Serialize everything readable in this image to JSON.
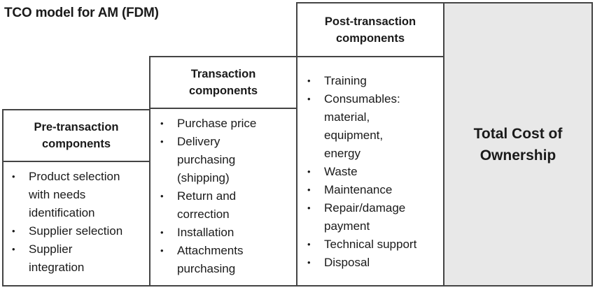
{
  "title": "TCO model for AM (FDM)",
  "columns": [
    {
      "header": [
        "Pre-transaction",
        "components"
      ],
      "items": [
        [
          "Product selection",
          "with needs",
          "identification"
        ],
        [
          "Supplier selection"
        ],
        [
          "Supplier",
          "integration"
        ]
      ]
    },
    {
      "header": [
        "Transaction",
        "components"
      ],
      "items": [
        [
          "Purchase price"
        ],
        [
          "Delivery",
          "purchasing",
          "(shipping)"
        ],
        [
          "Return and",
          "correction"
        ],
        [
          "Installation"
        ],
        [
          "Attachments",
          "purchasing"
        ]
      ]
    },
    {
      "header": [
        "Post-transaction",
        "components"
      ],
      "items": [
        [
          "Training"
        ],
        [
          "Consumables:",
          "material,",
          "equipment,",
          "energy"
        ],
        [
          "Waste"
        ],
        [
          "Maintenance"
        ],
        [
          "Repair/damage",
          "payment"
        ],
        [
          "Technical support"
        ],
        [
          "Disposal"
        ]
      ]
    }
  ],
  "total": [
    "Total Cost of",
    "Ownership"
  ]
}
